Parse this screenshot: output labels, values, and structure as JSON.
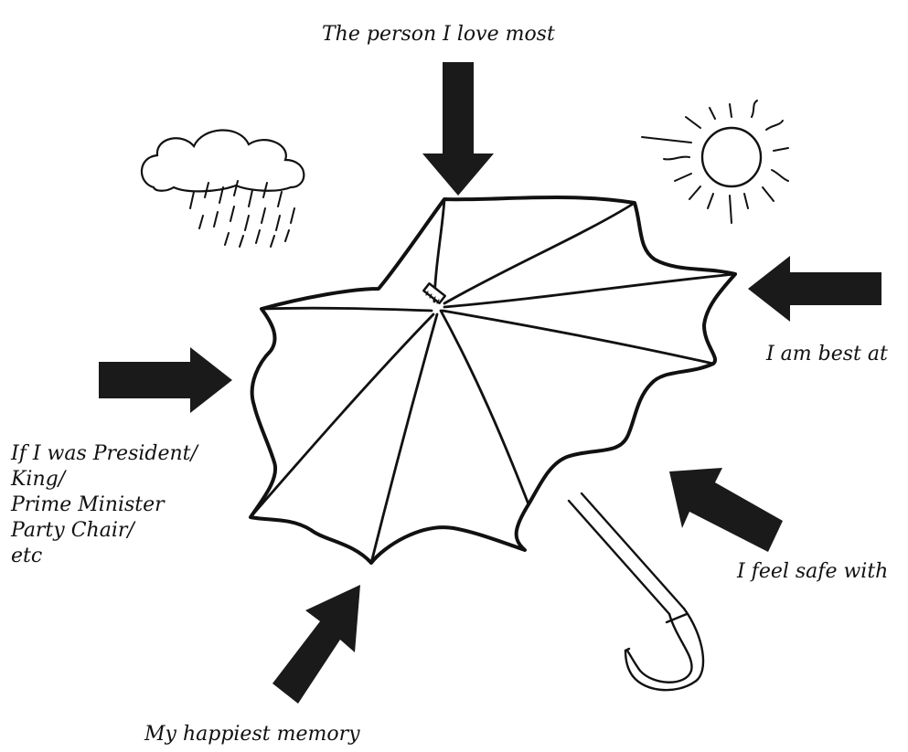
{
  "labels": {
    "top": "The person I love most",
    "right": "I am best at",
    "bottom_right": "I feel safe with",
    "bottom": "My happiest memory",
    "left_lines": [
      "If I was President/",
      "King/",
      "Prime Minister",
      "Party Chair/",
      "etc"
    ]
  },
  "colors": {
    "ink": "#111111",
    "arrow": "#1a1a1a",
    "background": "#ffffff"
  },
  "icons": [
    "rain-cloud-icon",
    "sun-icon",
    "umbrella-icon",
    "arrow-icon"
  ]
}
